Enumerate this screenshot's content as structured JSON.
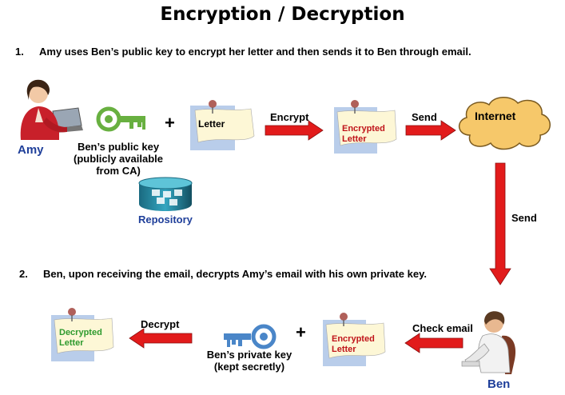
{
  "title": "Encryption / Decryption",
  "step1": {
    "number": "1.",
    "text": "Amy uses Ben’s public key to encrypt her letter and then sends it to Ben through email."
  },
  "step2": {
    "number": "2.",
    "text": "Ben, upon receiving the email, decrypts Amy’s email with his own private key."
  },
  "amy": {
    "name": "Amy"
  },
  "ben": {
    "name": "Ben"
  },
  "public_key": {
    "line1": "Ben’s  public key",
    "line2": "(publicly available",
    "line3": "from CA)"
  },
  "private_key": {
    "line1": "Ben’s private key",
    "line2": "(kept secretly)"
  },
  "repository": {
    "label": "Repository"
  },
  "plus": "+",
  "letter": {
    "label": "Letter"
  },
  "encrypted_letter_1": {
    "line1": "Encrypted",
    "line2": "Letter"
  },
  "encrypted_letter_2": {
    "line1": "Encrypted",
    "line2": "Letter"
  },
  "decrypted_letter": {
    "line1": "Decrypted",
    "line2": "Letter"
  },
  "internet": {
    "label": "Internet"
  },
  "arrows": {
    "encrypt": "Encrypt",
    "send": "Send",
    "send_down": "Send",
    "check_email": "Check email",
    "decrypt": "Decrypt"
  },
  "colors": {
    "arrow_red": "#e21b1b",
    "amy_label": "#1f3f9a",
    "ben_label": "#1f3f9a",
    "repository_label": "#1f3f9a",
    "note_fill": "#fdf7d6",
    "note_shadow": "#b9cdea",
    "encrypted_text": "#c0141a",
    "decrypted_text": "#2e9a2e",
    "cloud_fill": "#f6c86a",
    "key_green": "#68b040",
    "key_blue": "#4a86c8"
  }
}
